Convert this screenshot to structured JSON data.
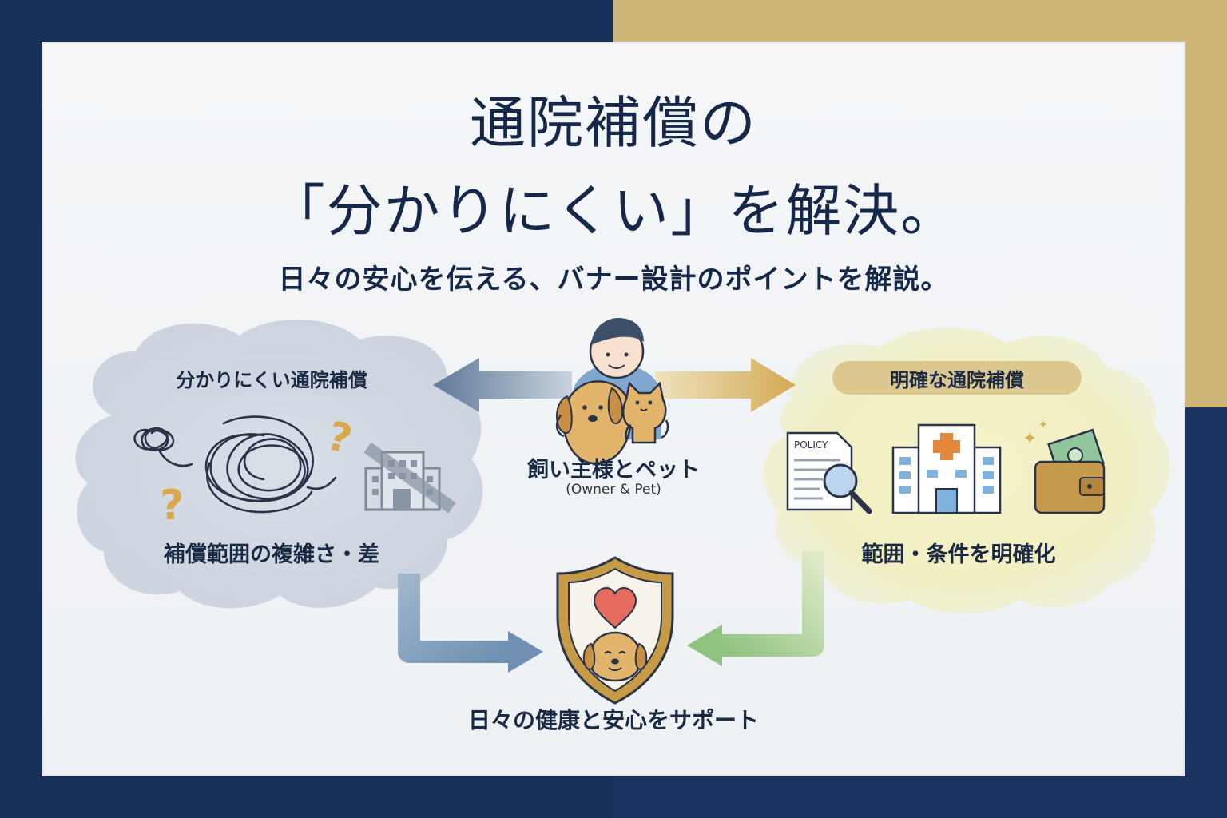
{
  "title": {
    "line1": "通院補償の",
    "line2": "「分かりにくい」を解決。"
  },
  "subtitle": "日々の安心を伝える、バナー設計のポイントを解説。",
  "left": {
    "pill": "分かりにくい通院補償",
    "caption": "補償範囲の複雑さ・差",
    "icons": [
      "tangle-icon",
      "question-mark-icon",
      "crossed-hospital-icon"
    ]
  },
  "right": {
    "pill": "明確な通院補償",
    "caption": "範囲・条件を明確化",
    "policy_label": "POLICY",
    "icons": [
      "policy-document-icon",
      "magnifier-icon",
      "hospital-icon",
      "wallet-icon"
    ]
  },
  "center": {
    "caption": "飼い主様とペット",
    "caption_sub": "(Owner & Pet)",
    "icons": [
      "owner-icon",
      "dog-icon",
      "cat-icon"
    ]
  },
  "bottom": {
    "caption": "日々の健康と安心をサポート",
    "icons": [
      "shield-icon",
      "heart-icon",
      "dog-face-icon"
    ]
  },
  "colors": {
    "navy": "#16305a",
    "gold": "#cdb677",
    "card": "#f1f3f6",
    "arrow_left": "#6d86a4",
    "arrow_right": "#d8b25f",
    "arrow_bottom_left": "#7f9fbd",
    "arrow_bottom_right": "#9cc98a"
  }
}
